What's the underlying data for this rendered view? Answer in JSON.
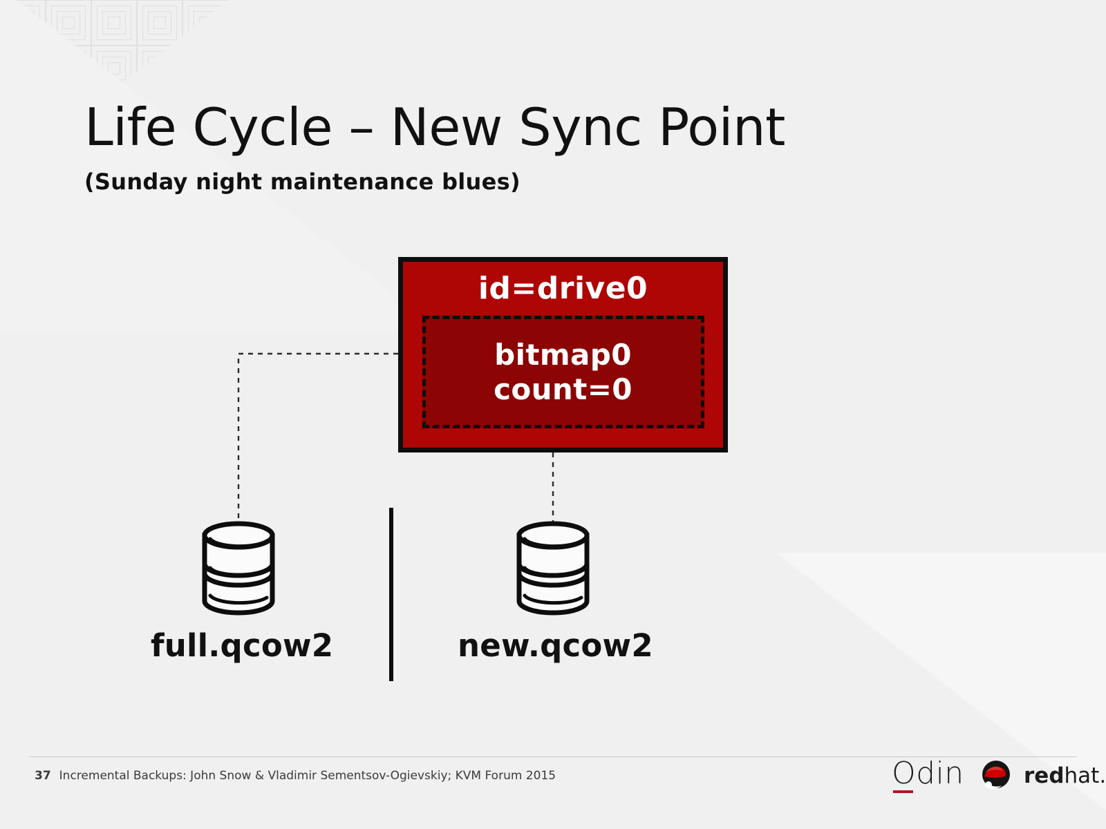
{
  "slide": {
    "background_color": "#f0f0f0",
    "title": "Life Cycle – New Sync Point",
    "subtitle": "(Sunday night maintenance blues)"
  },
  "diagram": {
    "drive": {
      "id_label": "id=drive0",
      "fill_color": "#ae0505",
      "border_color": "#0d0d0d",
      "bitmap": {
        "name": "bitmap0",
        "count": "count=0",
        "fill_color": "#8c0404",
        "border_style": "dashed"
      }
    },
    "disks": [
      {
        "name": "disk-full",
        "label": "full.qcow2",
        "icon": "database-cylinder-icon"
      },
      {
        "name": "disk-new",
        "label": "new.qcow2",
        "icon": "database-cylinder-icon"
      }
    ],
    "connectors": [
      {
        "name": "drive-to-full-connector",
        "style": "dashed"
      },
      {
        "name": "drive-to-new-connector",
        "style": "dashed"
      }
    ],
    "divider": {
      "name": "vertical-divider",
      "color": "#0d0d0d"
    }
  },
  "footer": {
    "page_number": "37",
    "caption": "Incremental Backups: John Snow & Vladimir Sementsov-Ogievskiy; KVM Forum 2015"
  },
  "logos": {
    "odin": {
      "text": "Odin",
      "accent_color": "#b5122a"
    },
    "redhat": {
      "bold": "red",
      "light": "hat.",
      "icon": "redhat-shadowman-icon",
      "accent_color": "#cc0000"
    }
  }
}
